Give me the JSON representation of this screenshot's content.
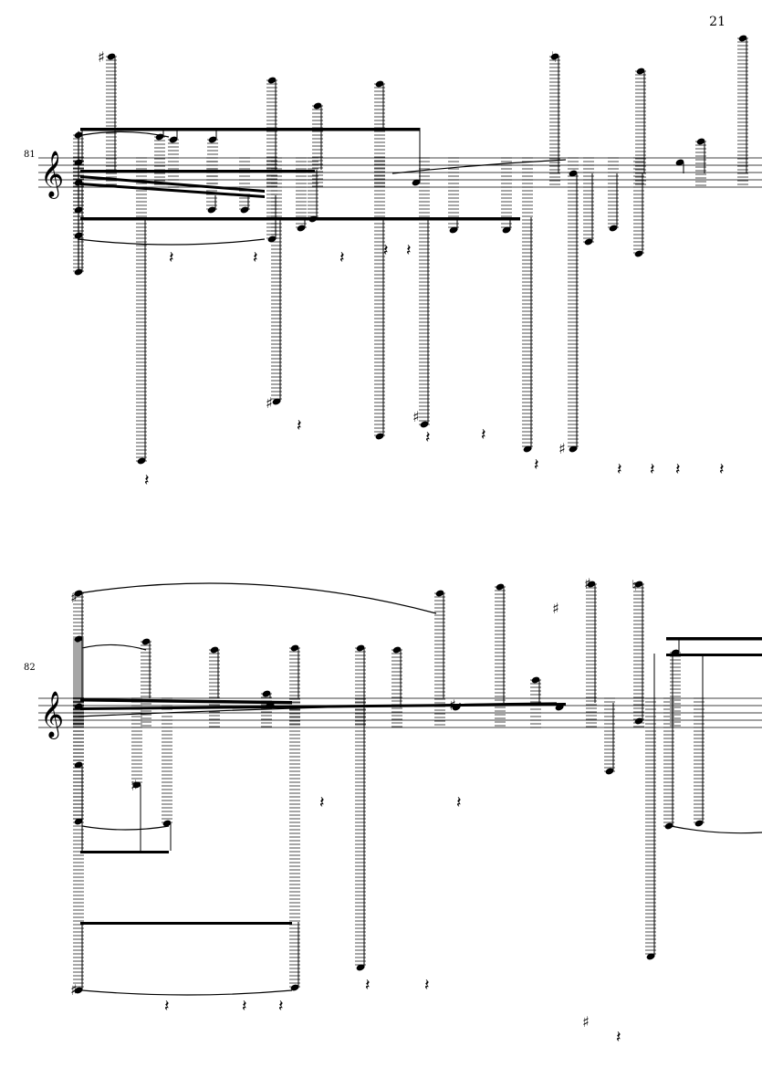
{
  "page": {
    "number": "21"
  },
  "systems": [
    {
      "measure_number": "81"
    },
    {
      "measure_number": "82"
    }
  ],
  "symbols": {
    "clef": "treble",
    "accidentals": [
      "sharp",
      "natural"
    ],
    "rest": "quarter-rest"
  }
}
